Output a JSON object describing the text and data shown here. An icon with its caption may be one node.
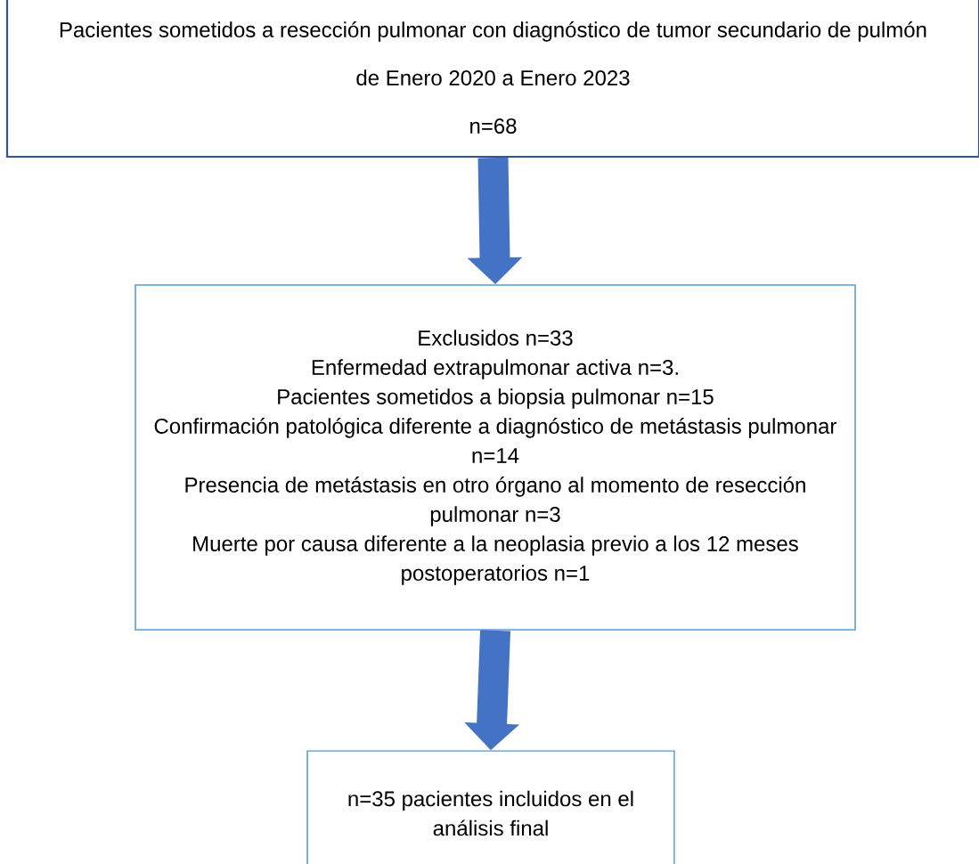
{
  "diagram": {
    "nodes": [
      {
        "text": [
          "Pacientes sometidos a resección pulmonar con diagnóstico de tumor secundario de pulmón de Enero 2020 a Enero 2023",
          "n=68"
        ]
      },
      {
        "text": [
          "Exclusidos n=33",
          "Enfermedad extrapulmonar activa n=3.",
          "Pacientes sometidos a biopsia pulmonar n=15",
          "Confirmación patológica diferente a diagnóstico de metástasis pulmonar n=14",
          "Presencia de metástasis en otro órgano al momento de resección pulmonar n=3",
          "Muerte por causa diferente a la neoplasia previo a los 12 meses postoperatorios n=1"
        ]
      },
      {
        "text": [
          "n=35 pacientes incluidos en el análisis final"
        ]
      }
    ],
    "edges": [
      {
        "from": 0,
        "to": 1,
        "arrow": "to"
      },
      {
        "from": 1,
        "to": 2,
        "arrow": "to"
      }
    ]
  }
}
